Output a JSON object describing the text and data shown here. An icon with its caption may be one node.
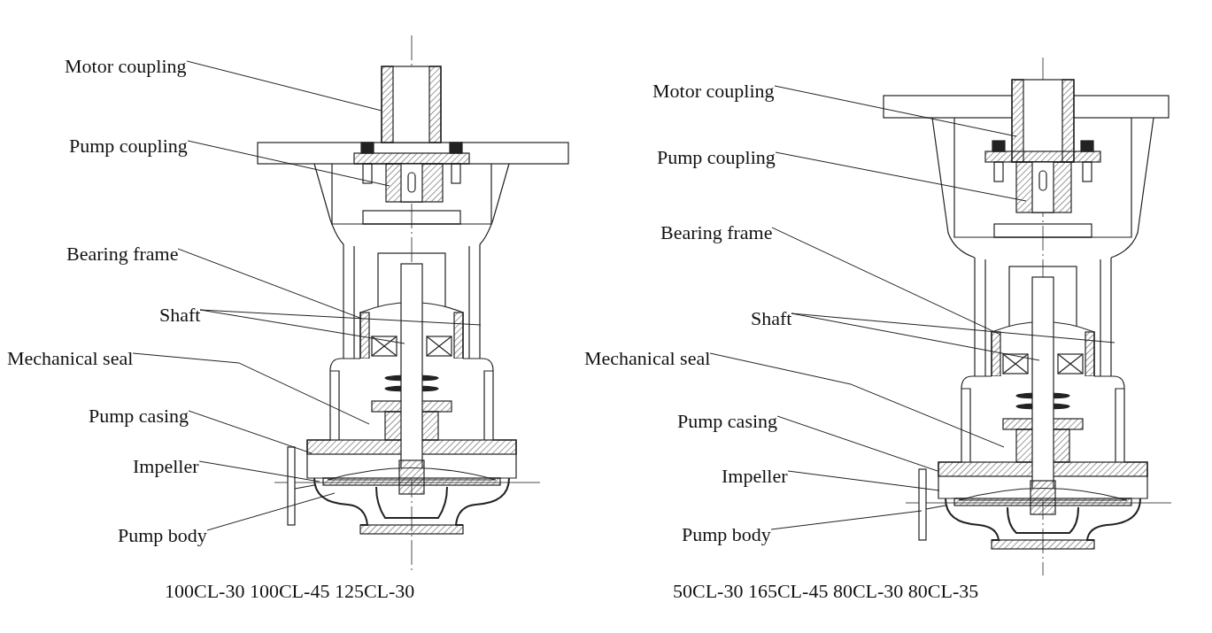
{
  "diagram": {
    "nodes": [
      {
        "text": [
          "Motor coupling"
        ]
      },
      {
        "text": [
          "Pump coupling"
        ]
      },
      {
        "text": [
          "Bearing frame"
        ]
      },
      {
        "text": [
          "Shaft"
        ]
      },
      {
        "text": [
          "Mechanical seal"
        ]
      },
      {
        "text": [
          "Pump casing"
        ]
      },
      {
        "text": [
          "Impeller"
        ]
      },
      {
        "text": [
          "Pump body"
        ]
      },
      {
        "text": [
          "Motor coupling"
        ]
      },
      {
        "text": [
          "Pump coupling"
        ]
      },
      {
        "text": [
          "Bearing frame"
        ]
      },
      {
        "text": [
          "Shaft"
        ]
      },
      {
        "text": [
          "Mechanical seal"
        ]
      },
      {
        "text": [
          "Pump casing"
        ]
      },
      {
        "text": [
          "Impeller"
        ]
      },
      {
        "text": [
          "Pump body"
        ]
      }
    ],
    "edges": [
      {
        "from": 0,
        "to": null,
        "arrow": "none"
      },
      {
        "from": 1,
        "to": null,
        "arrow": "none"
      },
      {
        "from": 2,
        "to": null,
        "arrow": "none"
      },
      {
        "from": 3,
        "to": null,
        "arrow": "none"
      },
      {
        "from": 3,
        "to": null,
        "arrow": "none"
      },
      {
        "from": 4,
        "to": null,
        "arrow": "none"
      },
      {
        "from": 5,
        "to": null,
        "arrow": "none"
      },
      {
        "from": 6,
        "to": null,
        "arrow": "none"
      },
      {
        "from": 7,
        "to": null,
        "arrow": "none"
      },
      {
        "from": 8,
        "to": null,
        "arrow": "none"
      },
      {
        "from": 9,
        "to": null,
        "arrow": "none"
      },
      {
        "from": 10,
        "to": null,
        "arrow": "none"
      },
      {
        "from": 11,
        "to": null,
        "arrow": "none"
      },
      {
        "from": 11,
        "to": null,
        "arrow": "none"
      },
      {
        "from": 12,
        "to": null,
        "arrow": "none"
      },
      {
        "from": 13,
        "to": null,
        "arrow": "none"
      },
      {
        "from": 14,
        "to": null,
        "arrow": "none"
      },
      {
        "from": 15,
        "to": null,
        "arrow": "none"
      }
    ],
    "labels": [
      "100CL-30 100CL-45 125CL-30",
      "50CL-30 165CL-45 80CL-30 80CL-35"
    ]
  }
}
